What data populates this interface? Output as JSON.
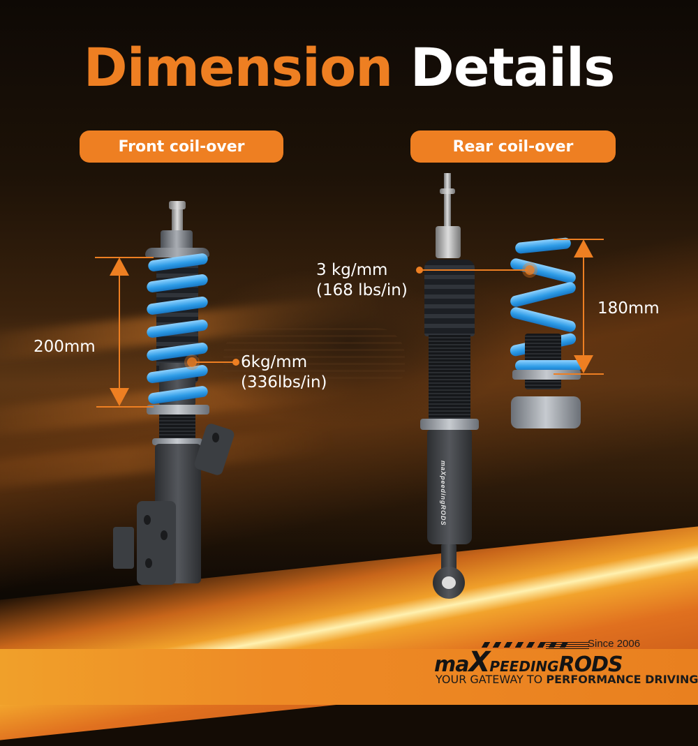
{
  "title": {
    "part1": "Dimension",
    "part2": "Details"
  },
  "colors": {
    "accent": "#ee7f22",
    "spring": "#2d9be6",
    "text": "#ffffff",
    "background": "#140c05"
  },
  "front": {
    "label": "Front coil-over",
    "spring_length": "200mm",
    "spring_rate_line1": "6kg/mm",
    "spring_rate_line2": "(336lbs/in)"
  },
  "rear": {
    "label": "Rear coil-over",
    "spring_length": "180mm",
    "spring_rate_line1": "3 kg/mm",
    "spring_rate_line2": "(168 lbs/in)",
    "shock_logo": "maXpeedingRODS"
  },
  "brand": {
    "name_prefix": "ma",
    "name_x": "X",
    "name_mid": "PEEDING",
    "name_suffix": "RODS",
    "since": "Since 2006",
    "tagline_light": "YOUR GATEWAY TO ",
    "tagline_bold": "PERFORMANCE DRIVING"
  }
}
